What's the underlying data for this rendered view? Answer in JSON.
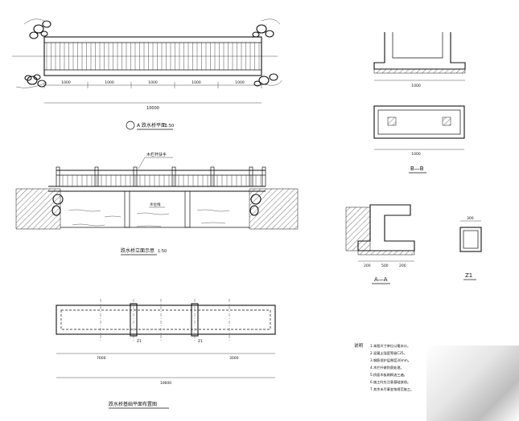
{
  "drawing": {
    "plan_view": {
      "label": "A  跌水桥平面",
      "scale": "1:50",
      "span_dims": [
        "1000",
        "1000",
        "1000",
        "1000",
        "1000"
      ],
      "total_dim": "10000"
    },
    "elevation_view": {
      "label": "跌水桥立面示意",
      "scale": "1:50",
      "callout": "木栏杆扶手",
      "water_level": "水位线"
    },
    "foundation_plan": {
      "label": "跌水桥基础平面布置图",
      "pier_tag": "Z1",
      "dims": [
        "7600",
        "3000"
      ],
      "total_dim": "10600"
    },
    "section_bb": {
      "label": "B—B",
      "bottom_dim": "1000",
      "plan_dim": "1000"
    },
    "section_aa": {
      "label": "A—A",
      "dims": [
        "200",
        "500",
        "200"
      ]
    },
    "column_z1": {
      "label": "Z1",
      "dims": [
        "300"
      ]
    },
    "notes": {
      "heading": "说明",
      "lines": [
        "1.本图尺寸单位以毫米计。",
        "2.混凝土强度等级C25。",
        "3.钢筋保护层厚度30mm。",
        "4.木栏杆做防腐处理。",
        "5.桥面木板刷桐油三遍。",
        "6.施工时应注意基础放线。",
        "7.其余未尽事宜按规范施工。"
      ]
    }
  }
}
